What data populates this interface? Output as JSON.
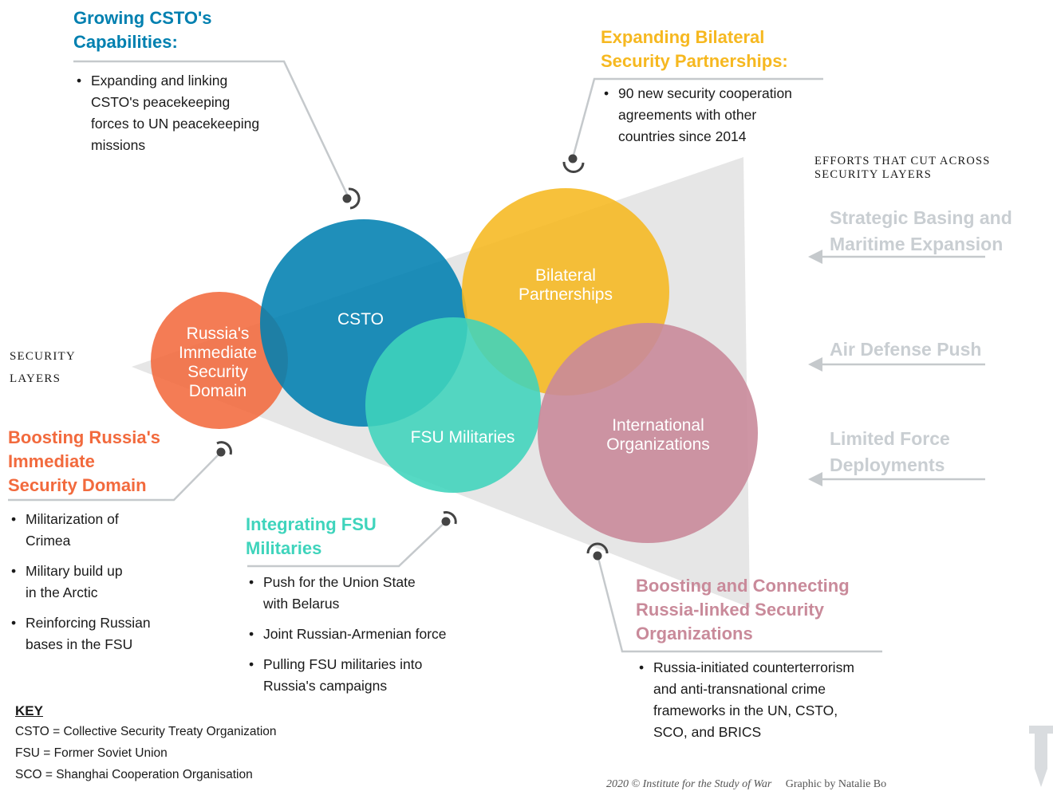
{
  "colors": {
    "csto": "#0080B0",
    "bilateral": "#F6B820",
    "russia": "#F26A3D",
    "fsu": "#3FD4BC",
    "intl": "#C98A9A",
    "cone": "#e6e6e6",
    "leader": "#c5c9cc",
    "grey_text": "#c9ced2"
  },
  "circles": {
    "csto": "CSTO",
    "bilateral": "Bilateral\nPartnerships",
    "russia": "Russia's\nImmediate\nSecurity\nDomain",
    "fsu": "FSU Militaries",
    "intl": "International\nOrganizations"
  },
  "callouts": {
    "csto": {
      "heading": "Growing CSTO's\nCapabilities:",
      "bullets": [
        "Expanding and linking\nCSTO's peacekeeping\nforces to UN peacekeeping\nmissions"
      ]
    },
    "bilateral": {
      "heading": "Expanding Bilateral\nSecurity Partnerships:",
      "bullets": [
        "90 new security cooperation\nagreements with other\ncountries since 2014"
      ]
    },
    "russia": {
      "heading": "Boosting Russia's\nImmediate\nSecurity Domain",
      "bullets": [
        "Militarization of\nCrimea",
        "Military build up\nin the Arctic",
        "Reinforcing Russian\nbases in the FSU"
      ]
    },
    "fsu": {
      "heading": "Integrating FSU\nMilitaries",
      "bullets": [
        "Push for the Union State\nwith Belarus",
        "Joint Russian-Armenian force",
        "Pulling FSU militaries into\nRussia's campaigns"
      ]
    },
    "intl": {
      "heading": "Boosting and Connecting\nRussia-linked Security\nOrganizations",
      "bullets": [
        "Russia-initiated counterterrorism\nand anti-transnational crime\nframeworks in the UN, CSTO,\nSCO, and BRICS"
      ]
    }
  },
  "security_layers_label": "SECURITY\nLAYERS",
  "cross_label": "EFFORTS THAT CUT ACROSS\nSECURITY LAYERS",
  "cross_efforts": [
    "Strategic Basing and\nMaritime Expansion",
    "Air Defense Push",
    "Limited Force\nDeployments"
  ],
  "key": {
    "title": "KEY",
    "items": [
      "CSTO = Collective Security Treaty Organization",
      "FSU = Former Soviet Union",
      "SCO = Shanghai Cooperation Organisation"
    ]
  },
  "footer": "2020 © Institute for the Study of War",
  "footer_credit": "Graphic by Natalie Bo"
}
